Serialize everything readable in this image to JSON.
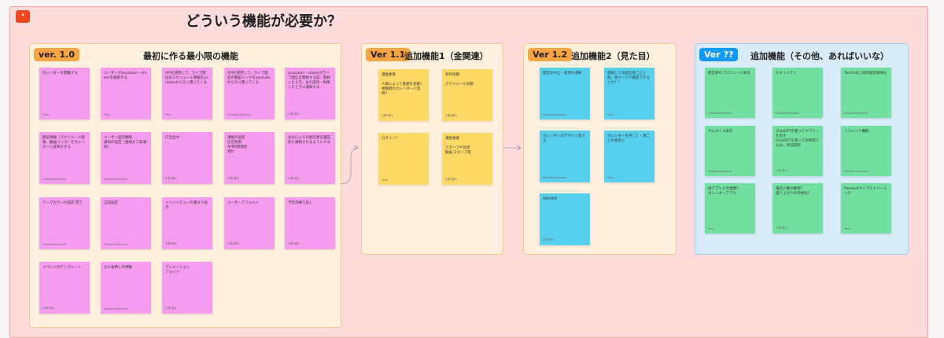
{
  "board": {
    "badge": "•",
    "title": "どういう機能が必要か？"
  },
  "colors": {
    "board_bg": "#ffdcdc",
    "pink_sticky": "#f59cef",
    "yellow_sticky": "#ffd966",
    "cyan_sticky": "#56d0ec",
    "green_sticky": "#72e0a1",
    "orange_badge": "#f9a542",
    "blue_badge": "#0d99ff"
  },
  "sections": [
    {
      "badge": "ver. 1.0",
      "title": "最初に作る最小限の機能",
      "stickies": [
        {
          "text": "カレンダーを閲覧する",
          "author": "Tavo"
        },
        {
          "text": "ユーザーがyoutuber・vtuberを検索する",
          "author": "Tavo"
        },
        {
          "text": "APIを使用して、ライブ配信のスケジュール情報をyoutubeから引っ張ってくる",
          "author": "Tavo"
        },
        {
          "text": "APIを使用して、ライブ配信の動画リンクをyoutubeから引っ張ってくる",
          "author": "Hosoda Ishiyama"
        },
        {
          "text": "youtuber・vtuberがライブ配信を開始する前、開始したとき、また成功・失敗したときに通知する",
          "author": "小野 優斗"
        },
        {
          "text": "配信情報（スケジュール情報、動画リンク）をカレンダーに反映させる",
          "author": "Hosoda Ishiyama"
        },
        {
          "text": "ユーザー設定機能\n通知の設定（通知オフ非通知）",
          "author": "Hosoda Ishiyama"
        },
        {
          "text": "広告出す",
          "author": "小野 優斗"
        },
        {
          "text": "課金の設定\n広告利用\nAPI利用課金\n寄付",
          "author": "小野 優斗"
        },
        {
          "text": "お気に入りの配信者を優先的に通知されるようにする",
          "author": "小野 優斗"
        },
        {
          "text": "テーマカラーの設定 完了",
          "author": "Hosoda Ishiyama"
        },
        {
          "text": "言語設定",
          "author": "Hosoda Ishiyama"
        },
        {
          "text": "イベントビューの重なり表示",
          "author": "小野 優斗"
        },
        {
          "text": "ユーザーデフォルト",
          "author": "小野 優斗"
        },
        {
          "text": "予定の繰り返し",
          "author": "小野 優斗"
        },
        {
          "text": "イベントのテンプレート",
          "author": "小野 優斗"
        },
        {
          "text": "セル長押しの挙動",
          "author": "Hosoda Ishiyama"
        },
        {
          "text": "アニメーション\nフォント",
          "author": "小野 優斗"
        }
      ]
    },
    {
      "badge": "Ver 1.1",
      "title": "追加機能1（金関連）",
      "stickies": [
        {
          "text": "課金要素\n\n人数によって金額を変動？\n視聴者のカレンダーに反映？",
          "author": "小野 優斗"
        },
        {
          "text": "有料投稿\n\nスケジュール投稿",
          "author": "小野 優斗"
        },
        {
          "text": "ログイン？",
          "author": "Tavo"
        },
        {
          "text": "課金要素\n\nスタンプや背景\n動画 スタンプ等",
          "author": "小野 優斗"
        }
      ]
    },
    {
      "badge": "Ver 1.2",
      "title": "追加機能2（見た目）",
      "stickies": [
        {
          "text": "配信の中止・変更の通知",
          "author": "Hosoda Ishiyama"
        },
        {
          "text": "登録してる配信者ごとに色、別ページで確認できるとか？？",
          "author": "Tavo"
        },
        {
          "text": "カレンダーのデザイン変える",
          "author": "Hosoda Ishiyama"
        },
        {
          "text": "カレンダーを月ごと・週ごとの表示に",
          "author": "Tavo"
        },
        {
          "text": "SNS共有",
          "author": "小野 優斗"
        }
      ]
    },
    {
      "badge": "Ver ??",
      "title": "追加機能（その他、あればいいな）",
      "stickies": [
        {
          "text": "配信者のプロフィール表示",
          "author": "Hosoda Ishiyama"
        },
        {
          "text": "セキュリティ",
          "author": "Hosoda Ishiyama"
        },
        {
          "text": "Twitchなど他の配信媒体も",
          "author": "Hosoda Ishiyama"
        },
        {
          "text": "サムネイル表示",
          "author": "Hosoda Ishiyama"
        },
        {
          "text": "ChatGPTを使ってサマリーを出す\nChatGPTを使って効率取り込み、状況説明",
          "author": "小野 優斗"
        },
        {
          "text": "リコメンド機能",
          "author": "Hosoda Ishiyama"
        },
        {
          "text": "他アプリとの連携？\nカレンダーアプリ",
          "author": "Tavo"
        },
        {
          "text": "来訪人数の推移？\n盛り上がりの可視化？",
          "author": "小野 優斗"
        },
        {
          "text": "Pornhubライブストリーミング",
          "author": "Tavo"
        }
      ]
    }
  ]
}
